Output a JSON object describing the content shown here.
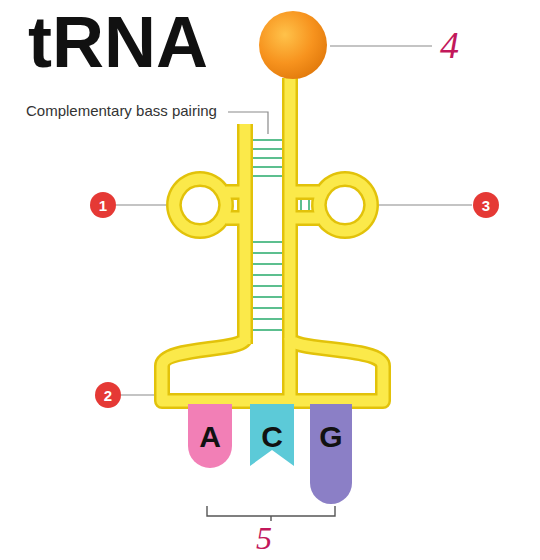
{
  "diagram": {
    "title": "tRNA",
    "nodes": [
      {
        "text": [
          "1"
        ]
      },
      {
        "text": [
          "3"
        ]
      },
      {
        "text": [
          "2"
        ]
      },
      {
        "text": [
          "A"
        ]
      },
      {
        "text": [
          "C"
        ]
      },
      {
        "text": [
          "G"
        ]
      }
    ],
    "labels": [
      "Complementary bass pairing",
      "4",
      "5"
    ]
  }
}
